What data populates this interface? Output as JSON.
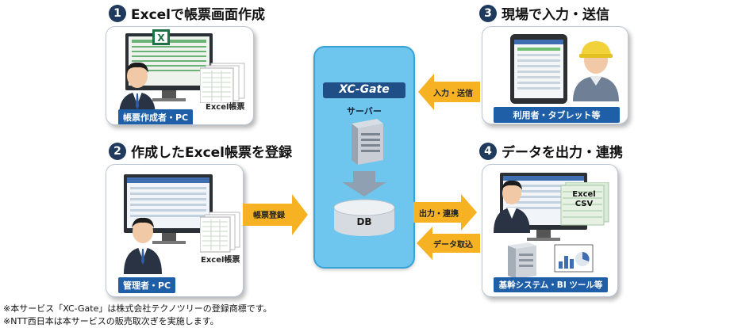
{
  "steps": [
    {
      "num": "1",
      "title": "Excelで帳票画面作成",
      "label": "帳票作成者・PC",
      "caption": "Excel帳票"
    },
    {
      "num": "2",
      "title": "作成したExcel帳票を登録",
      "label": "管理者・PC",
      "caption": "Excel帳票"
    },
    {
      "num": "3",
      "title": "現場で入力・送信",
      "label": "利用者・タブレット等"
    },
    {
      "num": "4",
      "title": "データを出力・連携",
      "label": "基幹システム・BI ツール等",
      "file_lines": [
        "Excel",
        "CSV"
      ]
    }
  ],
  "server": {
    "logo": "XC-Gate",
    "server_label": "サーバー",
    "db_label": "DB"
  },
  "arrows": {
    "register": "帳票登録",
    "input_send": "入力・送信",
    "output": "出力・連携",
    "import": "データ取込"
  },
  "footnotes": [
    "※本サービス「XC-Gate」は株式会社テクノツリーの登録商標です。",
    "※NTT西日本は本サービスの販売取次ぎを実施します。"
  ],
  "colors": {
    "accent_blue": "#1f5fa8",
    "arrow_orange": "#f6b223",
    "server_bg": "#6ec6ee",
    "number_badge": "#1f3a5c"
  }
}
